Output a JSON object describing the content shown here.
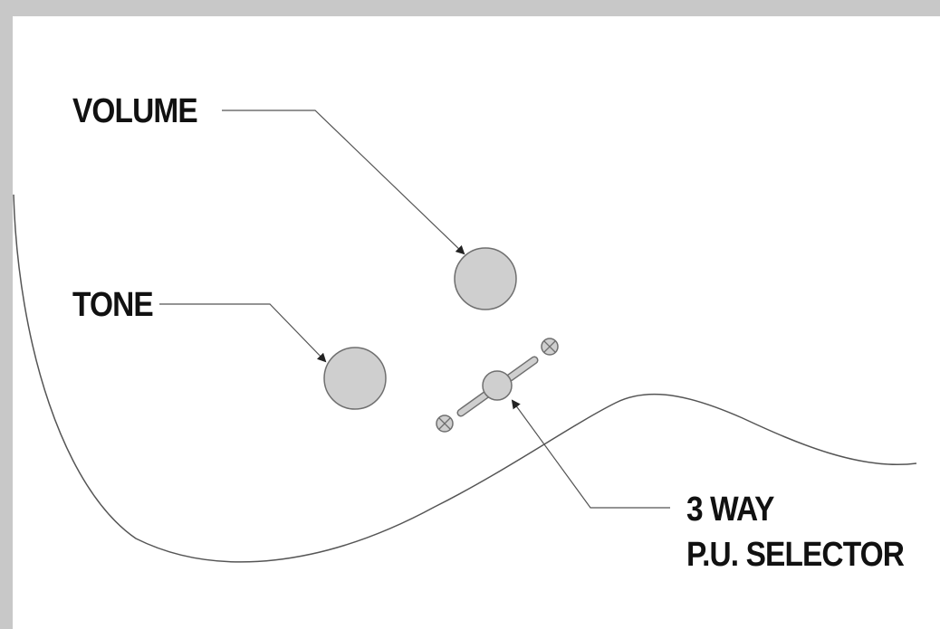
{
  "labels": {
    "volume": "VOLUME",
    "tone": "TONE",
    "selector_line1": "3 WAY",
    "selector_line2": "P.U. SELECTOR"
  },
  "colors": {
    "frame": "#c8c8c8",
    "background": "#ffffff",
    "knob_fill": "#cfcfcf",
    "knob_stroke": "#6f6f6f",
    "line": "#555555",
    "text": "#111111"
  },
  "icons": [
    "volume-knob-icon",
    "tone-knob-icon",
    "selector-switch-icon",
    "screw-icon"
  ]
}
